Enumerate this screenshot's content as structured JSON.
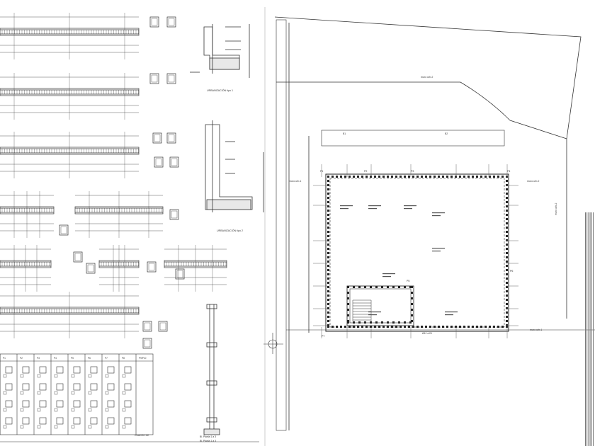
{
  "sheet": {
    "labels": {
      "wall_section_1": "URBANIZACIÓN tipo 1",
      "wall_section_2": "URBANIZACIÓN tipo 2",
      "muro_top": "muro urb.2",
      "muro_left": "muro urb.1",
      "muro_right": "muro urb.2",
      "muro_bottom_right": "muro urb.1",
      "muro_right_vertical": "muro urb.2",
      "pillar_p1": "P1",
      "pillar_p3": "P3",
      "pillar_p4": "P4",
      "pillar_p2": "P2",
      "pillar_p5": "P5",
      "pillar_p6": "P6",
      "pillar_p7": "P7",
      "beam_b1": "B1",
      "beam_b2": "B2",
      "stair_note": "Ø12 c/20",
      "column_note_1": "Bl. Planta 1 a 3",
      "column_note_2": "Bl. Planta 1 a 3",
      "table_header": [
        "P1",
        "P2",
        "P3",
        "P4",
        "P5",
        "P6",
        "P7",
        "P8",
        "P9/P10"
      ],
      "cuadro_label": "CUADRO DE"
    }
  }
}
